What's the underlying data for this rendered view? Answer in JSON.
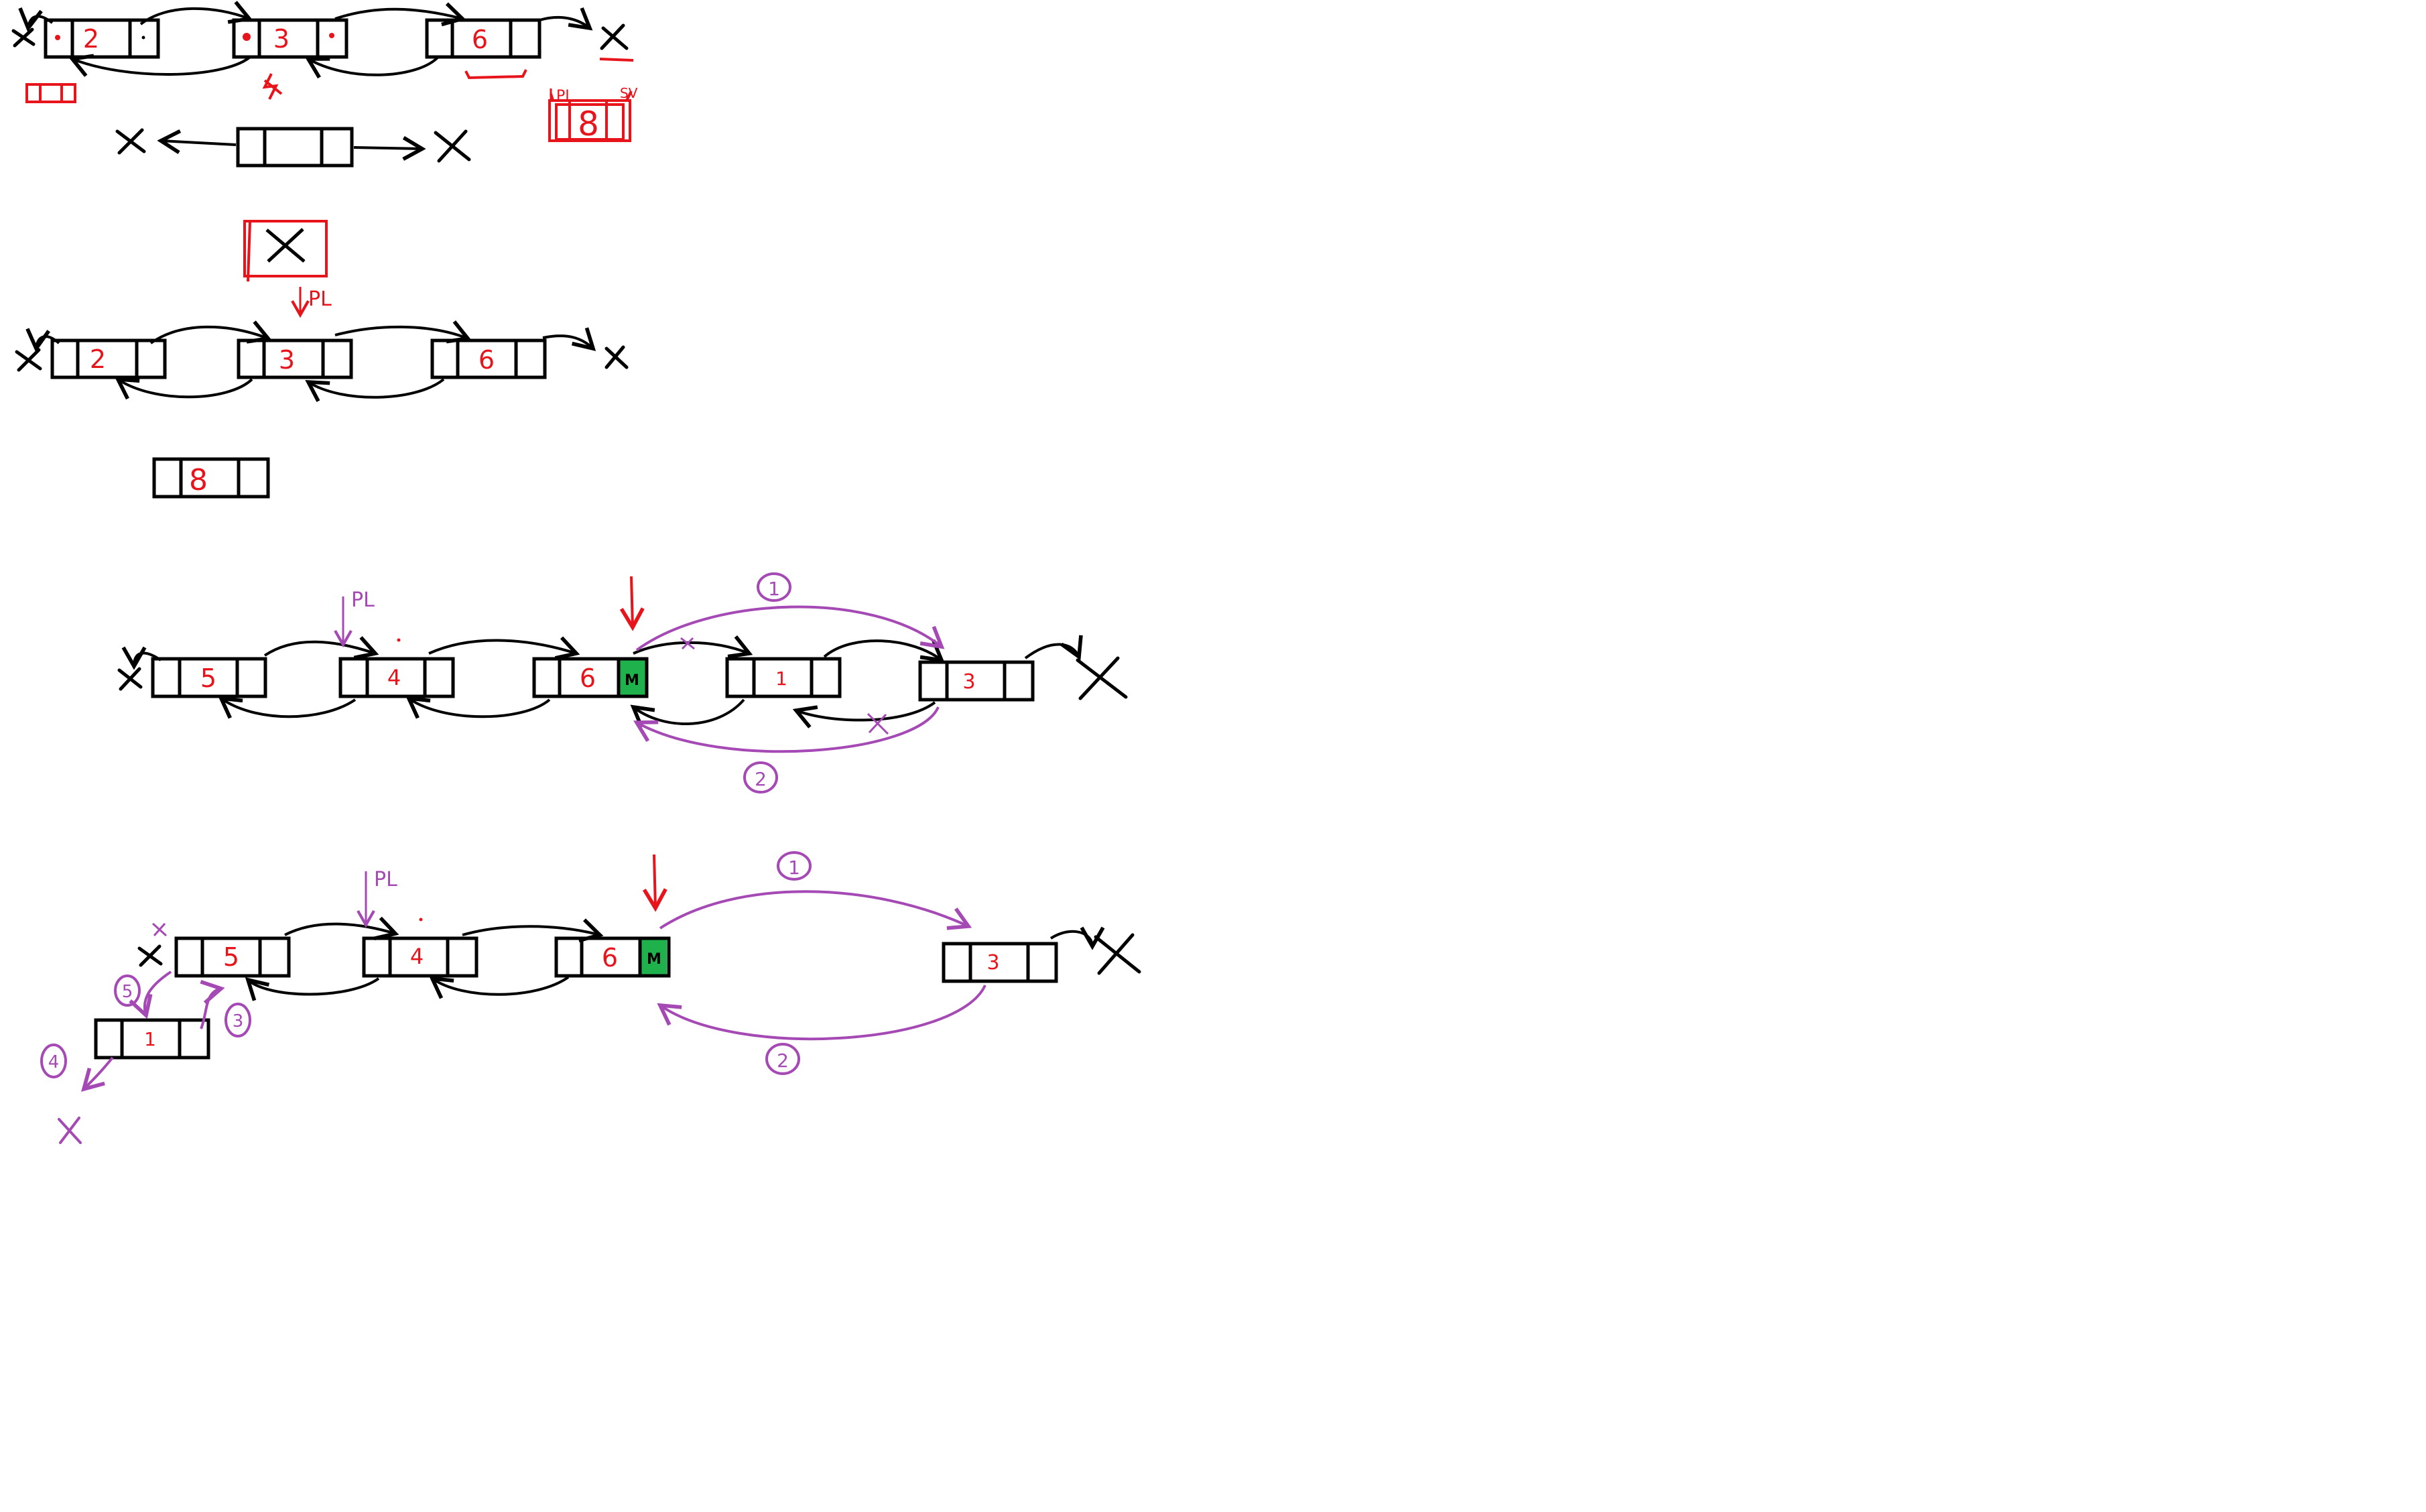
{
  "colors": {
    "ink": "#000000",
    "red": "#e8141c",
    "purple": "#a54ab5",
    "green": "#1fb14c"
  },
  "scene1": {
    "nodes": [
      "2",
      "3",
      "6"
    ],
    "new_node": "8",
    "pointer_label": "PL",
    "saved_label": "SV"
  },
  "scene2": {
    "nodes": [
      "2",
      "3",
      "6"
    ],
    "new_node": "8",
    "pointer_label": "PL"
  },
  "scene3": {
    "nodes": [
      "5",
      "4",
      "6",
      "1",
      "3"
    ],
    "marker_label": "M",
    "pointer_label": "PL",
    "step_labels": [
      "1",
      "2"
    ]
  },
  "scene4": {
    "nodes": [
      "5",
      "4",
      "6",
      "3"
    ],
    "moved_node": "1",
    "marker_label": "M",
    "pointer_label": "PL",
    "step_labels": [
      "1",
      "2",
      "3",
      "4",
      "5"
    ]
  }
}
